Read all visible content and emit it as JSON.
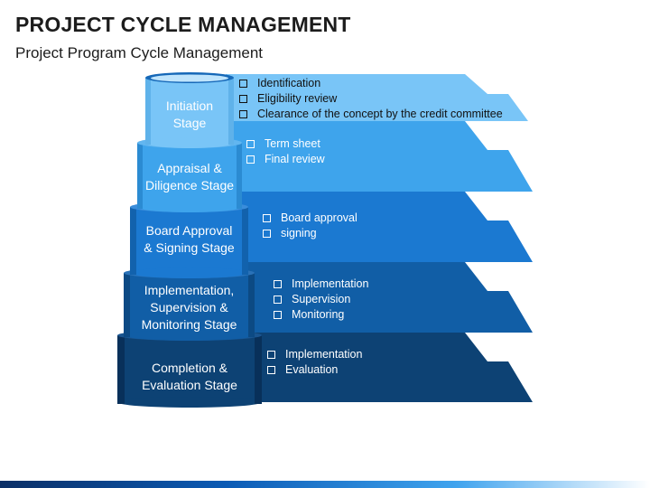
{
  "header": {
    "title": "PROJECT CYCLE MANAGEMENT",
    "subtitle": "Project Program Cycle Management"
  },
  "colors": {
    "stage1": "#79c5f7",
    "stage2": "#3ea4ec",
    "stage3": "#1b79d1",
    "stage4": "#115ea6",
    "stage5": "#0d4274",
    "text_dark": "#111111",
    "text_light": "#ffffff"
  },
  "stages": [
    {
      "name": "Initiation\nStage",
      "items": [
        "Identification",
        "Eligibility review",
        "Clearance of the concept by the credit committee"
      ]
    },
    {
      "name": "Appraisal &\nDiligence Stage",
      "items": [
        "Term sheet",
        "Final review"
      ]
    },
    {
      "name": "Board Approval\n& Signing Stage",
      "items": [
        "Board approval",
        "signing"
      ]
    },
    {
      "name": "Implementation,\nSupervision &\nMonitoring Stage",
      "items": [
        "Implementation",
        "Supervision",
        "Monitoring"
      ]
    },
    {
      "name": "Completion &\nEvaluation Stage",
      "items": [
        "Implementation",
        "Evaluation"
      ]
    }
  ]
}
